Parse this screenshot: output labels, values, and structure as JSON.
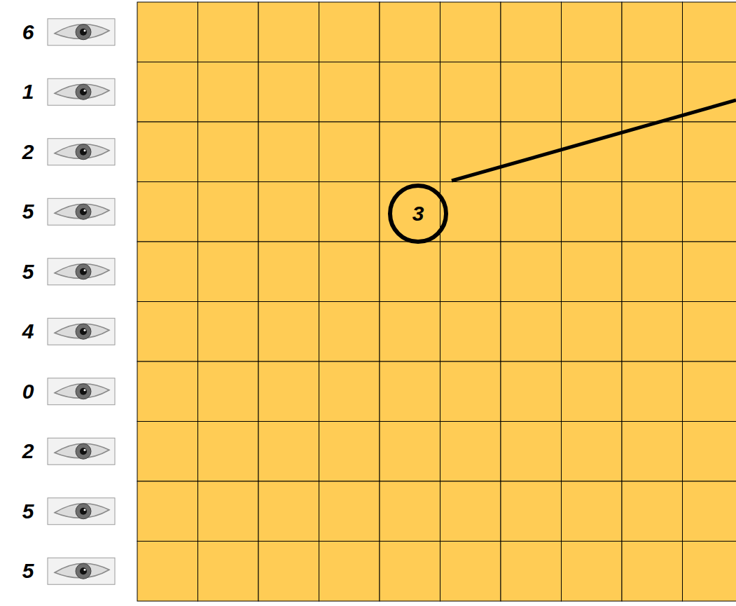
{
  "diagram": {
    "nodes": [
      {
        "text": [
          "3"
        ]
      }
    ],
    "labels": [
      "6",
      "1",
      "2",
      "5",
      "5",
      "4",
      "0",
      "2",
      "5",
      "5"
    ]
  }
}
